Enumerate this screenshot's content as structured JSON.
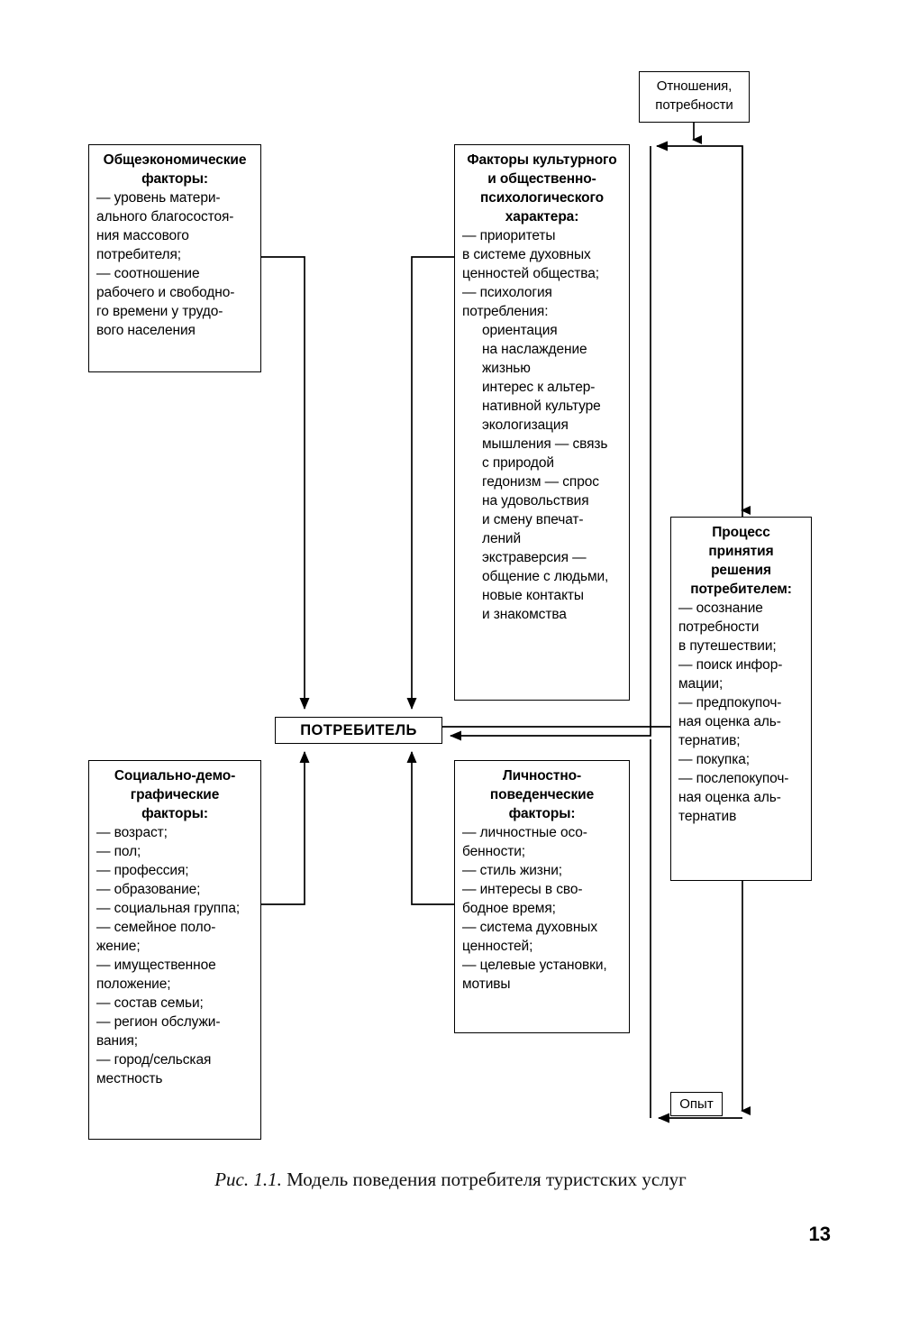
{
  "figure": {
    "caption_number": "Рис. 1.1.",
    "caption_text": "Модель поведения потребителя туристских услуг",
    "page_number": "13"
  },
  "boxes": {
    "relations": {
      "name": "Отношения, потребности",
      "lines": [
        "Отношения,",
        "потребности"
      ]
    },
    "general_economic": {
      "header": [
        "Общеэкономические",
        "факторы:"
      ],
      "items": [
        "— уровень матери-",
        "ального благосостоя-",
        "ния массового",
        "потребителя;",
        "— соотношение",
        "рабочего и свободно-",
        "го времени у трудо-",
        "вого населения"
      ]
    },
    "cultural_social": {
      "header": [
        "Факторы культурного",
        "и общественно-",
        "психологического",
        "характера:"
      ],
      "items": [
        "— приоритеты",
        "в системе духовных",
        "ценностей общества;",
        "— психология",
        "потребления:",
        "ориентация",
        "на наслаждение",
        "жизнью",
        "интерес к альтер-",
        "нативной культуре",
        "экологизация",
        "мышления — связь",
        "с природой",
        "гедонизм — спрос",
        "на удовольствия",
        "и смену впечат-",
        "лений",
        "экстраверсия —",
        "общение с людьми,",
        "новые контакты",
        "и знакомства"
      ],
      "indented": [
        5,
        6,
        7,
        8,
        9,
        10,
        11,
        12,
        13,
        14,
        15,
        16,
        17,
        18,
        19,
        20
      ]
    },
    "socio_demographic": {
      "header": [
        "Социально-демо-",
        "графические",
        "факторы:"
      ],
      "items": [
        "— возраст;",
        "— пол;",
        "— профессия;",
        "— образование;",
        "— социальная группа;",
        "— семейное поло-",
        "жение;",
        "— имущественное",
        "положение;",
        "— состав семьи;",
        "— регион обслужи-",
        "вания;",
        "— город/сельская",
        "местность"
      ]
    },
    "personal_behavioral": {
      "header": [
        "Личностно-",
        "поведенческие",
        "факторы:"
      ],
      "items": [
        "— личностные осо-",
        "бенности;",
        "— стиль жизни;",
        "— интересы в сво-",
        "бодное время;",
        "— система духовных",
        "ценностей;",
        "— целевые установки,",
        "мотивы"
      ]
    },
    "decision_process": {
      "header": [
        "Процесс",
        "принятия",
        "решения",
        "потребителем:"
      ],
      "items": [
        "— осознание",
        "потребности",
        "в путешествии;",
        "— поиск инфор-",
        "мации;",
        "— предпокупоч-",
        "ная оценка аль-",
        "тернатив;",
        "— покупка;",
        "— послепокупоч-",
        "ная оценка аль-",
        "тернатив"
      ]
    },
    "consumer": {
      "title": "ПОТРЕБИТЕЛЬ"
    },
    "experience": {
      "title": "Опыт"
    }
  },
  "colors": {
    "line": "#000000",
    "background": "#ffffff",
    "text": "#000000"
  }
}
